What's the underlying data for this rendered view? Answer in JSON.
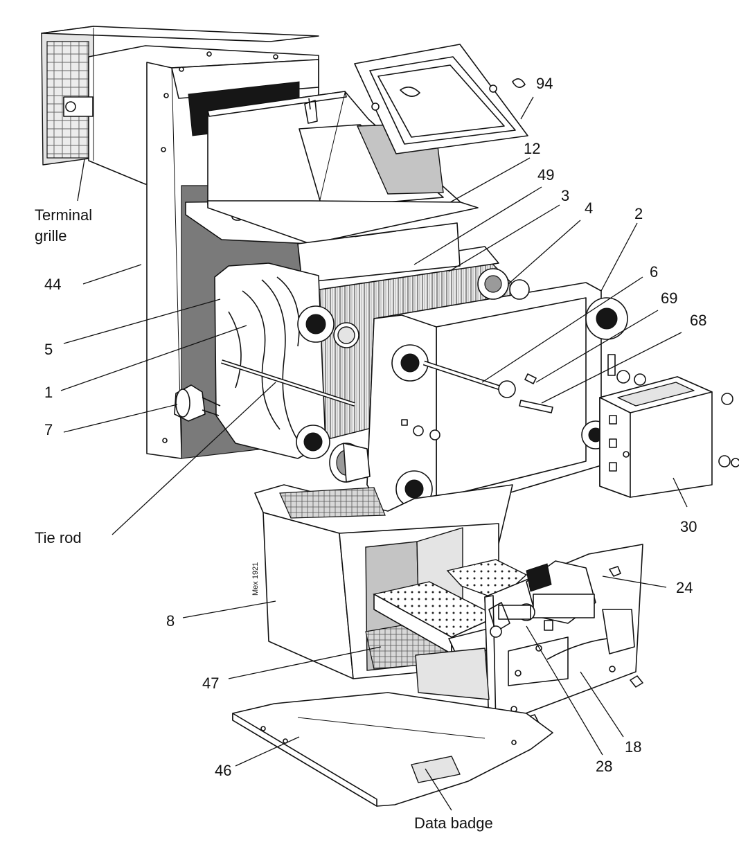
{
  "stamp": "Mex 1921",
  "labels": {
    "terminal_grille_1": "Terminal",
    "terminal_grille_2": "grille",
    "p94": "94",
    "p12": "12",
    "p49": "49",
    "p3": "3",
    "p4": "4",
    "p2": "2",
    "p6": "6",
    "p69": "69",
    "p68": "68",
    "p44": "44",
    "p5": "5",
    "p1": "1",
    "p7": "7",
    "tie_rod": "Tie rod",
    "p30": "30",
    "p24": "24",
    "p8": "8",
    "p47": "47",
    "p46": "46",
    "p18": "18",
    "p28": "28",
    "data_badge": "Data badge"
  }
}
